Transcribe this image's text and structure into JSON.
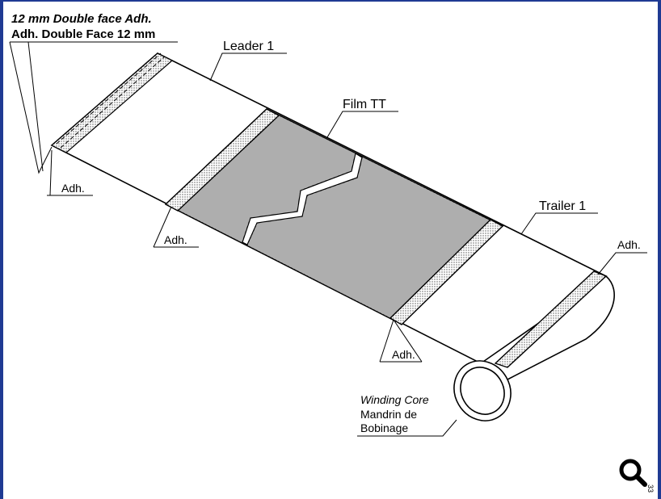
{
  "heading": {
    "line1": "12 mm Double face Adh.",
    "line2": "Adh. Double Face 12 mm"
  },
  "labels": {
    "leader": "Leader 1",
    "film": "Film TT",
    "trailer": "Trailer 1",
    "adh_left": "Adh.",
    "adh_mid_left": "Adh.",
    "adh_mid_right": "Adh.",
    "adh_right": "Adh."
  },
  "core": {
    "line1": "Winding Core",
    "line2": "Mandrin de",
    "line3": "Bobinage"
  },
  "corner_code": "33",
  "icons": {
    "zoom": "magnifier-icon"
  },
  "colors": {
    "frame": "#1f3a93",
    "film": "#c9c9c9"
  }
}
